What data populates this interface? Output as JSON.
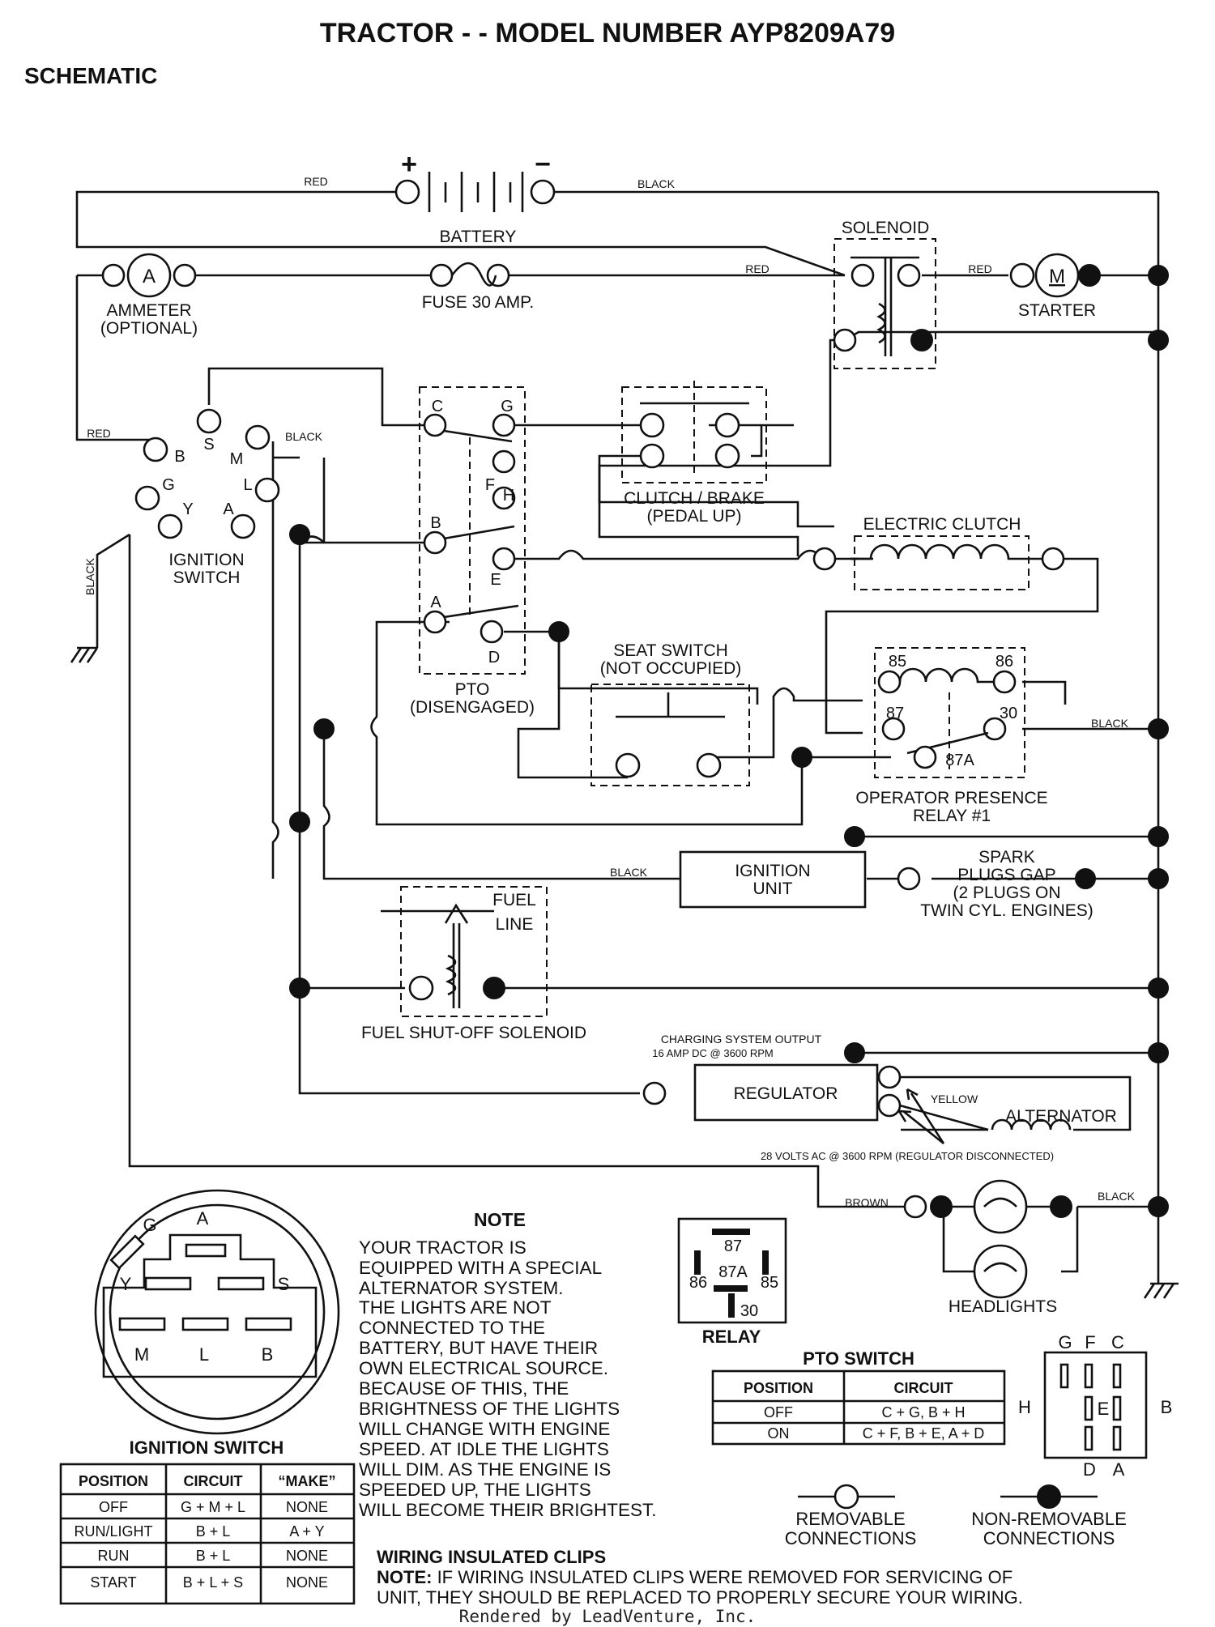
{
  "header": {
    "title": "TRACTOR - - MODEL NUMBER AYP8209A79",
    "subtitle": "SCHEMATIC"
  },
  "components": {
    "battery": "BATTERY",
    "battery_pos": "+",
    "battery_neg": "−",
    "solenoid": "SOLENOID",
    "ammeter_symbol": "A",
    "ammeter_l1": "AMMETER",
    "ammeter_l2": "(OPTIONAL)",
    "fuse": "FUSE 30 AMP.",
    "starter_symbol": "M",
    "starter": "STARTER",
    "ignition_l1": "IGNITION",
    "ignition_l2": "SWITCH",
    "pto_l1": "PTO",
    "pto_l2": "(DISENGAGED)",
    "clutch_brake_l1": "CLUTCH / BRAKE",
    "clutch_brake_l2": "(PEDAL UP)",
    "electric_clutch": "ELECTRIC CLUTCH",
    "seat_l1": "SEAT SWITCH",
    "seat_l2": "(NOT OCCUPIED)",
    "relay_l1": "OPERATOR PRESENCE",
    "relay_l2": "RELAY #1",
    "ignition_unit_l1": "IGNITION",
    "ignition_unit_l2": "UNIT",
    "spark_l1": "SPARK",
    "spark_l2": "PLUGS GAP",
    "spark_l3": "(2 PLUGS ON",
    "spark_l4": "TWIN CYL. ENGINES)",
    "fuel_line_l1": "FUEL",
    "fuel_line_l2": "LINE",
    "fuel_solenoid": "FUEL SHUT-OFF SOLENOID",
    "charging_l1": "CHARGING SYSTEM OUTPUT",
    "charging_l2": "16 AMP DC @ 3600 RPM",
    "regulator": "REGULATOR",
    "alternator": "ALTERNATOR",
    "ac_note": "28 VOLTS AC @ 3600 RPM (REGULATOR DISCONNECTED)",
    "headlights": "HEADLIGHTS"
  },
  "wire_colors": {
    "red": "RED",
    "black": "BLACK",
    "yellow": "YELLOW",
    "brown": "BROWN"
  },
  "terminals": {
    "ign": [
      "B",
      "S",
      "M",
      "G",
      "L",
      "Y",
      "A"
    ],
    "pto": [
      "C",
      "G",
      "F",
      "H",
      "B",
      "E",
      "A",
      "D"
    ],
    "relay": [
      "85",
      "86",
      "87",
      "30",
      "87A"
    ]
  },
  "note": {
    "title": "NOTE",
    "lines": [
      "YOUR TRACTOR IS",
      "EQUIPPED WITH A SPECIAL",
      "ALTERNATOR SYSTEM.",
      "THE LIGHTS ARE NOT",
      "CONNECTED TO THE",
      "BATTERY, BUT HAVE THEIR",
      "OWN ELECTRICAL SOURCE.",
      "BECAUSE OF THIS, THE",
      "BRIGHTNESS OF THE LIGHTS",
      "WILL CHANGE WITH ENGINE",
      "SPEED.  AT IDLE THE LIGHTS",
      "WILL DIM.  AS THE ENGINE IS",
      "SPEEDED UP, THE LIGHTS",
      "WILL BECOME THEIR BRIGHTEST."
    ]
  },
  "relay_diagram": {
    "title": "RELAY",
    "pins": [
      "87",
      "86",
      "87A",
      "85",
      "30"
    ]
  },
  "ignition_diagram": {
    "letters": [
      "G",
      "A",
      "Y",
      "S",
      "M",
      "L",
      "B"
    ]
  },
  "ignition_table": {
    "title": "IGNITION SWITCH",
    "headers": [
      "POSITION",
      "CIRCUIT",
      "“MAKE”"
    ],
    "rows": [
      [
        "OFF",
        "G + M + L",
        "NONE"
      ],
      [
        "RUN/LIGHT",
        "B + L",
        "A + Y"
      ],
      [
        "RUN",
        "B + L",
        "NONE"
      ],
      [
        "START",
        "B + L + S",
        "NONE"
      ]
    ]
  },
  "pto_table": {
    "title": "PTO SWITCH",
    "headers": [
      "POSITION",
      "CIRCUIT"
    ],
    "rows": [
      [
        "OFF",
        "C + G, B + H"
      ],
      [
        "ON",
        "C + F, B + E, A + D"
      ]
    ]
  },
  "pto_diagram": {
    "letters": [
      "G",
      "F",
      "C",
      "H",
      "E",
      "B",
      "D",
      "A"
    ]
  },
  "legend": {
    "removable_l1": "REMOVABLE",
    "removable_l2": "CONNECTIONS",
    "nonremovable_l1": "NON-REMOVABLE",
    "nonremovable_l2": "CONNECTIONS"
  },
  "clips": {
    "title": "WIRING INSULATED CLIPS",
    "note_label": "NOTE:",
    "line1": " IF WIRING INSULATED CLIPS WERE REMOVED FOR SERVICING OF",
    "line2": "UNIT, THEY SHOULD BE REPLACED TO PROPERLY SECURE YOUR WIRING."
  },
  "footer": "Rendered by LeadVenture, Inc."
}
